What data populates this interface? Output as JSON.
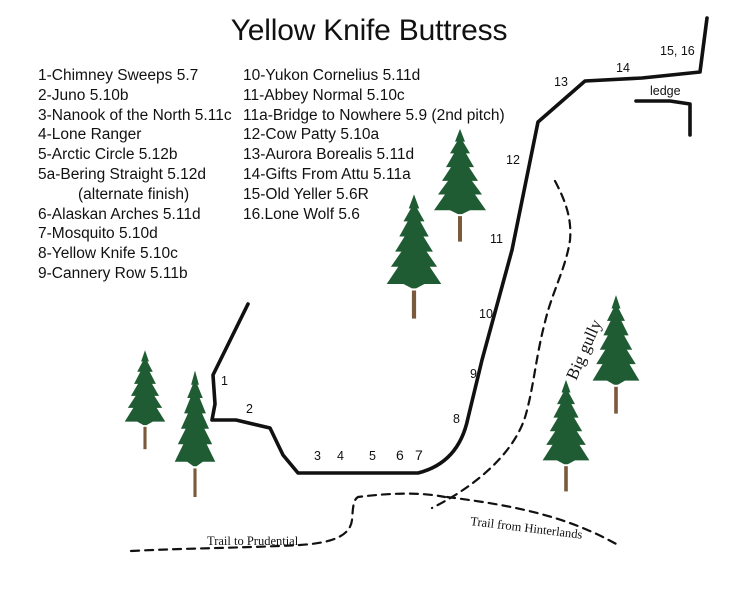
{
  "map": {
    "title": "Yellow Knife Buttress",
    "routes_left": [
      "1-Chimney Sweeps 5.7",
      "2-Juno 5.10b",
      "3-Nanook of the North 5.11c",
      "4-Lone Ranger",
      "5-Arctic Circle 5.12b",
      "5a-Bering Straight 5.12d",
      "(alternate finish)",
      "6-Alaskan Arches 5.11d",
      "7-Mosquito 5.10d",
      "8-Yellow Knife 5.10c",
      "9-Cannery Row 5.11b"
    ],
    "routes_right": [
      "10-Yukon Cornelius 5.11d",
      "11-Abbey Normal 5.10c",
      "11a-Bridge to Nowhere 5.9 (2nd pitch)",
      "12-Cow Patty 5.10a",
      "13-Aurora Borealis 5.11d",
      "14-Gifts From Attu 5.11a",
      "15-Old Yeller 5.6R",
      "16.Lone Wolf 5.6"
    ],
    "route_numbers": {
      "n1": "1",
      "n2": "2",
      "n3": "3",
      "n4": "4",
      "n5": "5",
      "n6": "6",
      "n7": "7",
      "n8": "8",
      "n9": "9",
      "n10": "10",
      "n11": "11",
      "n12": "12",
      "n13": "13",
      "n14": "14",
      "n15_16": "15, 16"
    },
    "labels": {
      "ledge": "ledge",
      "big_gully": "Big gully",
      "trail_prudential": "Trail to Prudential",
      "trail_hinterlands": "Trail from Hinterlands"
    },
    "colors": {
      "cliff": "#111111",
      "tree": "#1f5c33",
      "trunk": "#7a5a3a",
      "trail": "#111111"
    }
  }
}
